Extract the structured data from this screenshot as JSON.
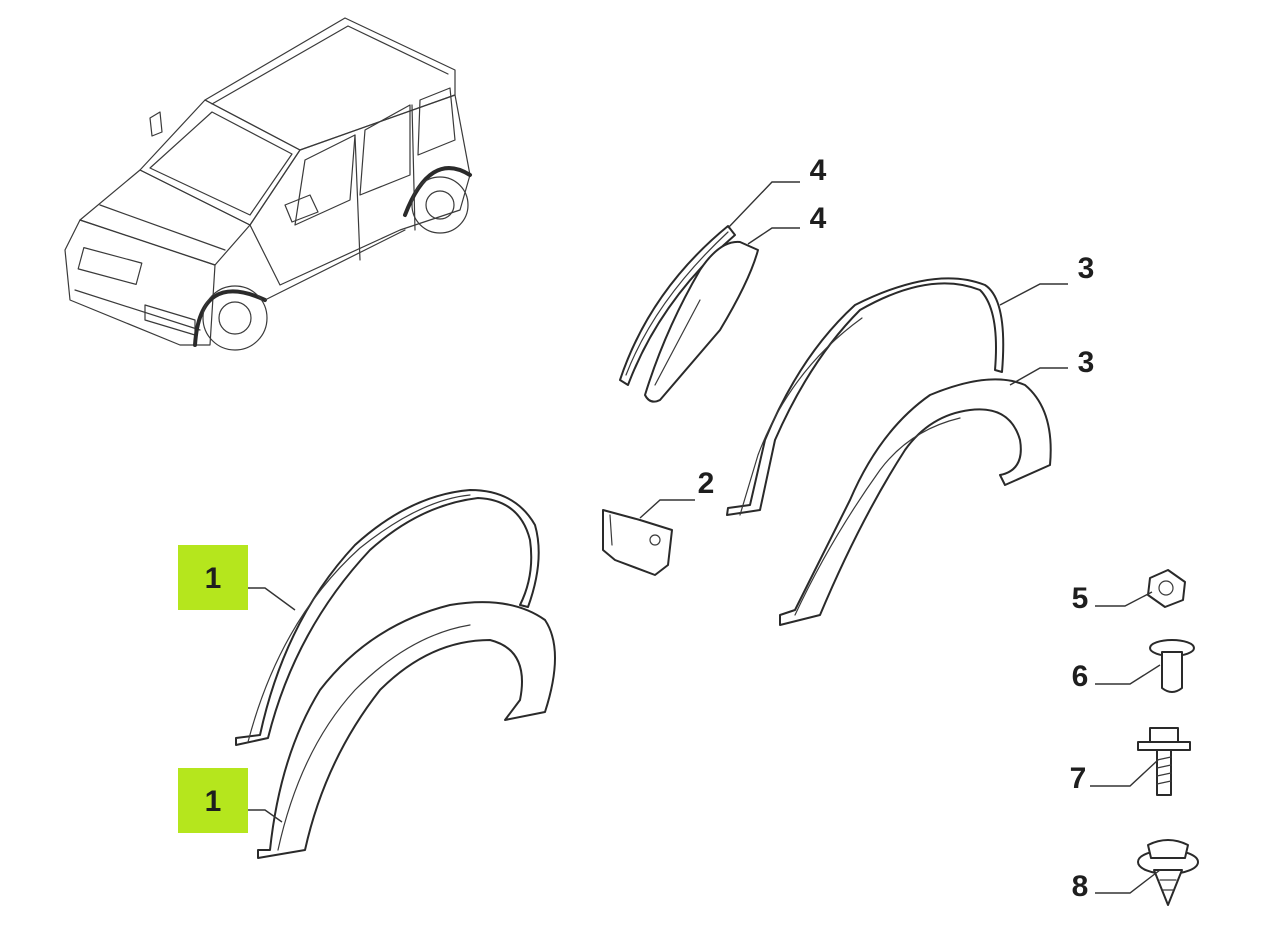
{
  "colors": {
    "highlight": "#b5e61d",
    "line": "#2a2a2a",
    "background": "#ffffff"
  },
  "callouts": {
    "c1a": "1",
    "c1b": "1",
    "c2": "2",
    "c3a": "3",
    "c3b": "3",
    "c4a": "4",
    "c4b": "4",
    "c5": "5",
    "c6": "6",
    "c7": "7",
    "c8": "8"
  }
}
